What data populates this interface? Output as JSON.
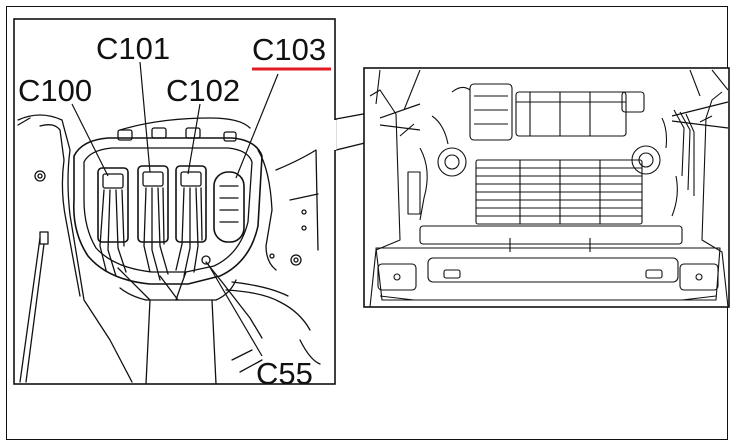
{
  "labels": {
    "c100": "C100",
    "c101": "C101",
    "c102": "C102",
    "c103": "C103",
    "c55": "C55"
  },
  "colors": {
    "line": "#111111",
    "underline": "#e01b24",
    "background": "#ffffff"
  },
  "icons": {
    "connector_bay": "connector-bay-illustration",
    "engine_bay": "truck-front-engine-illustration"
  }
}
